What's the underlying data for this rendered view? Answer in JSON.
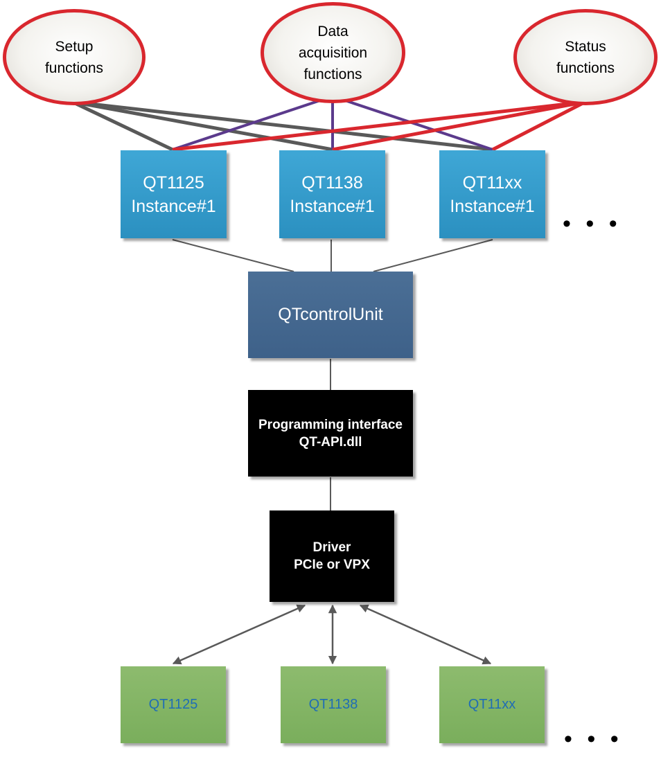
{
  "function_groups": {
    "setup": "Setup\nfunctions",
    "data_acquisition": "Data\nacquisition\nfunctions",
    "status": "Status\nfunctions"
  },
  "instances": [
    "QT1125\nInstance#1",
    "QT1138\nInstance#1",
    "QT11xx\nInstance#1"
  ],
  "instances_more": "• • •",
  "control_unit": "QTcontrolUnit",
  "programming_interface": "Programming interface\nQT-API.dll",
  "driver": "Driver\nPCIe or VPX",
  "devices": [
    "QT1125",
    "QT1138",
    "QT11xx"
  ],
  "devices_more": "• • •",
  "colors": {
    "setup_links": "#595959",
    "data_links": "#5b3a8c",
    "status_links": "#d9272e",
    "ellipse_border": "#d9272e",
    "instance_fill": "#3399cc",
    "control_fill": "#466a92",
    "black_box": "#000000",
    "device_fill": "#84b465",
    "device_text": "#1f6db5"
  }
}
